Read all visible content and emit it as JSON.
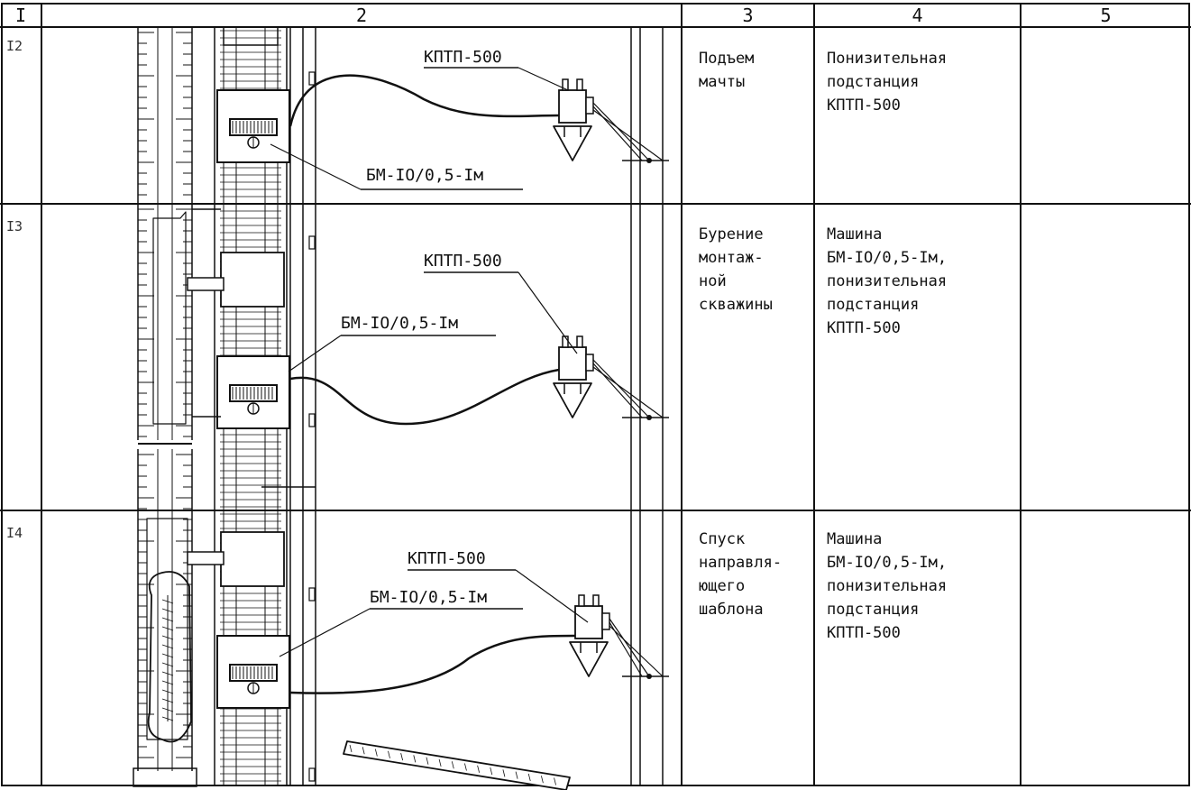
{
  "header": {
    "col1": "I",
    "col2": "2",
    "col3": "3",
    "col4": "4",
    "col5": "5"
  },
  "rows": [
    {
      "number": "I2",
      "drawing": {
        "label_substation": "КПТП-500",
        "label_machine": "БМ-IO/0,5-Iм"
      },
      "operation": "Подъем\nмачты",
      "equipment": "Понизительная\nподстанция\nКПТП-500",
      "notes": ""
    },
    {
      "number": "I3",
      "drawing": {
        "label_substation": "КПТП-500",
        "label_machine": "БМ-IO/0,5-Iм"
      },
      "operation": "Бурение\nмонтаж-\nной\nскважины",
      "equipment": "Машина\nБМ-IO/0,5-Iм,\nпонизительная\nподстанция\nКПТП-500",
      "notes": ""
    },
    {
      "number": "I4",
      "drawing": {
        "label_substation": "КПТП-500",
        "label_machine": "БМ-IO/0,5-Iм"
      },
      "operation": "Спуск\nнаправля-\nющего\nшаблона",
      "equipment": "Машина\nБМ-IO/0,5-Iм,\nпонизительная\nподстанция\nКПТП-500",
      "notes": ""
    }
  ]
}
